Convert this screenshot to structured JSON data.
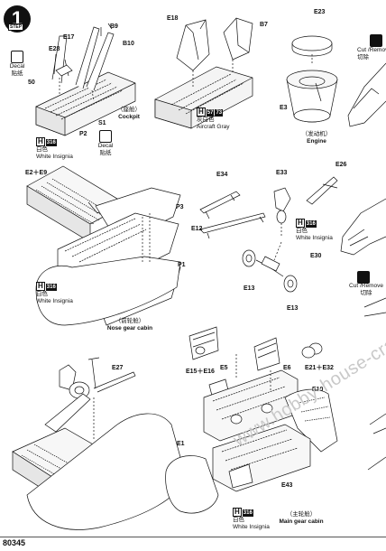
{
  "step": {
    "number": "1",
    "label": "STEP"
  },
  "labels": {
    "b9": "B9",
    "b10": "B10",
    "e28": "E28",
    "e17": "E17",
    "p2": "P2",
    "n50": "50",
    "s1": "S1",
    "e18": "E18",
    "b7": "B7",
    "e23": "E23",
    "e3": "E3",
    "e2e9": "E2＋E9",
    "p3": "P3",
    "p1": "P1",
    "e34": "E34",
    "e33": "E33",
    "e26": "E26",
    "e12": "E12",
    "e30": "E30",
    "e13a": "E13",
    "e13b": "E13",
    "e27": "E27",
    "e5": "E5",
    "e6": "E6",
    "e15e16": "E15＋E16",
    "e21e32": "E21＋E32",
    "e10": "E10",
    "e1": "E1",
    "e43": "E43"
  },
  "decals": [
    {
      "text": "Decal",
      "sub": "贴纸"
    },
    {
      "text": "Decal",
      "sub": "贴纸"
    }
  ],
  "paints": [
    {
      "h": "H",
      "code": "316",
      "cn": "白色",
      "en": "White Insignia"
    },
    {
      "h": "H",
      "code": "57",
      "code2": "73",
      "cn": "灰白色",
      "en": "Aircraft Gray"
    },
    {
      "h": "H",
      "code": "316",
      "cn": "白色",
      "en": "White Insignia"
    },
    {
      "h": "H",
      "code": "316",
      "cn": "白色",
      "en": "White Insignia"
    },
    {
      "h": "H",
      "code": "316",
      "cn": "白色",
      "en": "White Insignia"
    }
  ],
  "captions": {
    "cockpit": {
      "cn": "（座舱）",
      "en": "Cockpit"
    },
    "engine": {
      "cn": "（发动机）",
      "en": "Engine"
    },
    "nose_gear": {
      "cn": "（前轮舱）",
      "en": "Nose gear cabin"
    },
    "main_gear": {
      "cn": "（主轮舱）",
      "en": "Main gear cabin"
    }
  },
  "cut": [
    {
      "text": "Cut /Remove",
      "cn": "切除"
    },
    {
      "text": "Cut /Remove",
      "cn": "切除"
    }
  ],
  "watermark": "www.hobby-house-craft.com",
  "page_number": "80345"
}
